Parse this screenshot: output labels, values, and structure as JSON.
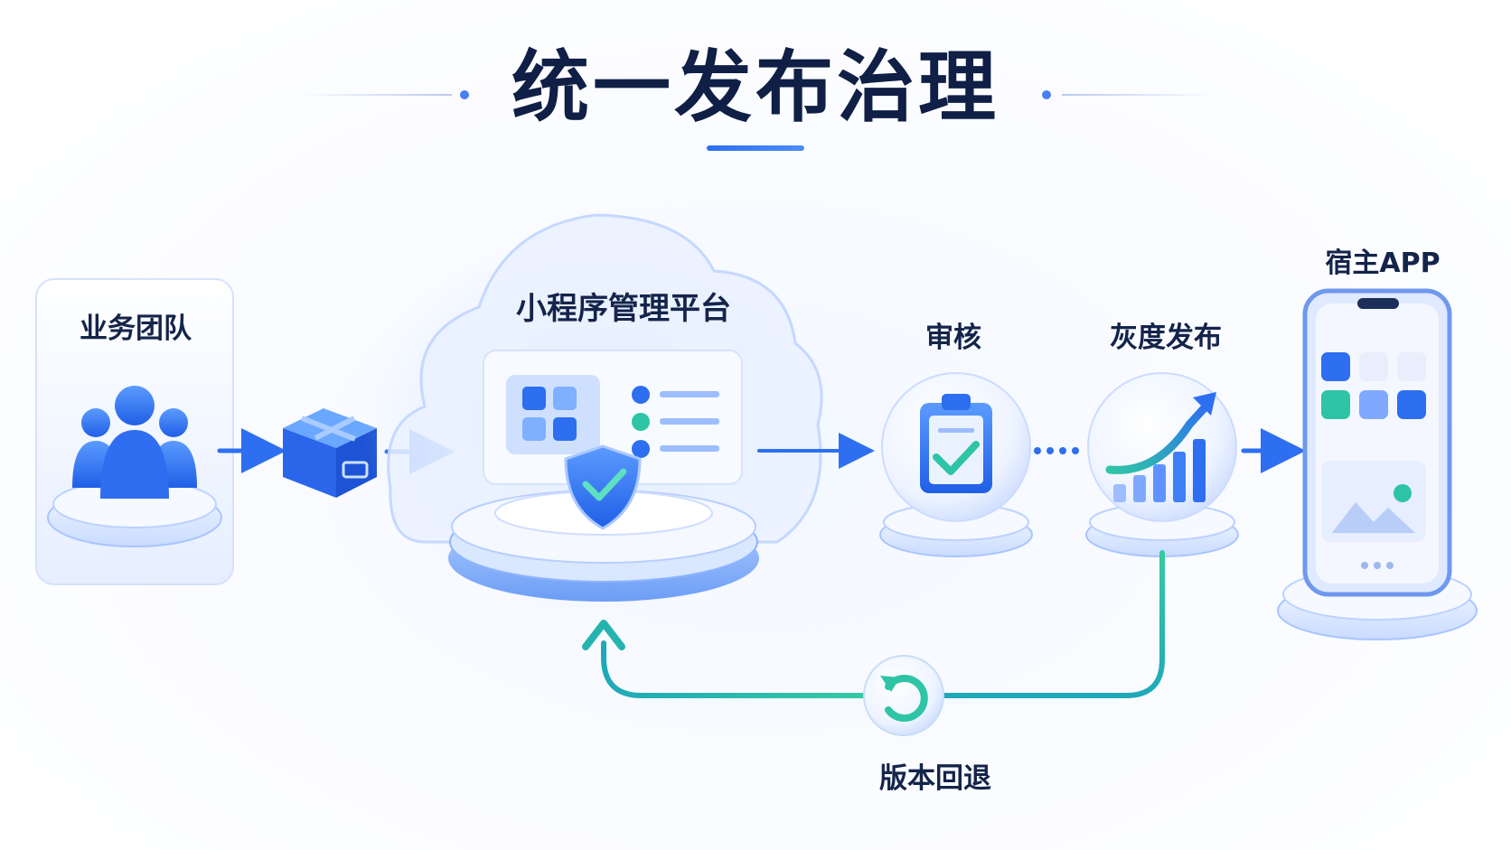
{
  "title": "统一发布治理",
  "nodes": {
    "team": "业务团队",
    "platform": "小程序管理平台",
    "review": "审核",
    "gray": "灰度发布",
    "host": "宿主APP",
    "rollback": "版本回退"
  },
  "icons": {
    "team": "users-icon",
    "package": "package-icon",
    "platform": "cloud-platform-icon",
    "shield": "shield-check-icon",
    "review": "clipboard-check-icon",
    "gray": "growth-chart-icon",
    "host": "smartphone-icon",
    "rollback": "rollback-icon"
  },
  "colors": {
    "primary": "#2d6ff0",
    "teal": "#2ec4a6",
    "title": "#0f1f45"
  }
}
